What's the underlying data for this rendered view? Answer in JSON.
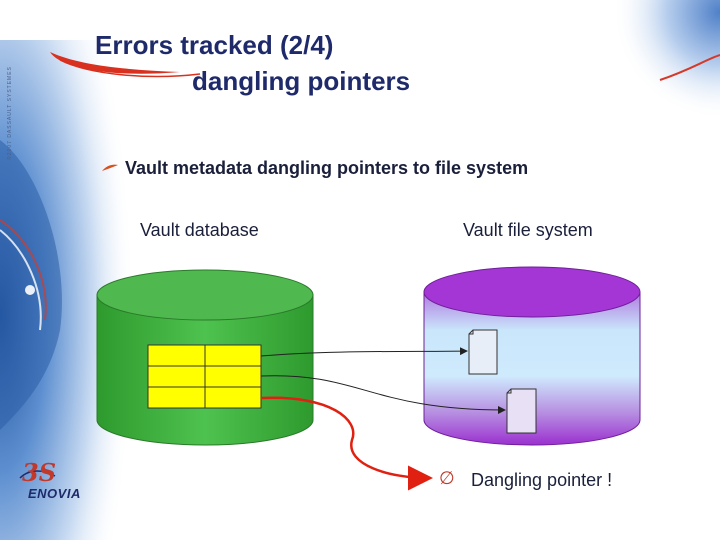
{
  "slide": {
    "title_line1": "Errors tracked (2/4)",
    "title_line2": "dangling pointers",
    "bullet": "Vault metadata dangling pointers to file system",
    "left_label": "Vault database",
    "right_label": "Vault file system",
    "dangling_symbol": "∅",
    "dangling_label": "Dangling pointer !",
    "logo_mark": "3S",
    "logo_text": "ENOVIA",
    "copyright_vertical": "©2007 DASSAULT SYSTEMES"
  },
  "colors": {
    "title": "#1f2a6b",
    "db_green": "#3faa3f",
    "db_green_top": "#4fb84f",
    "fs_purple": "#9b30d0",
    "grid_yellow": "#ffff00",
    "dangling_red": "#e02010"
  },
  "icons": [
    "bullet-swoosh-icon",
    "file-icon",
    "empty-set-icon",
    "dassault-logo-icon"
  ]
}
